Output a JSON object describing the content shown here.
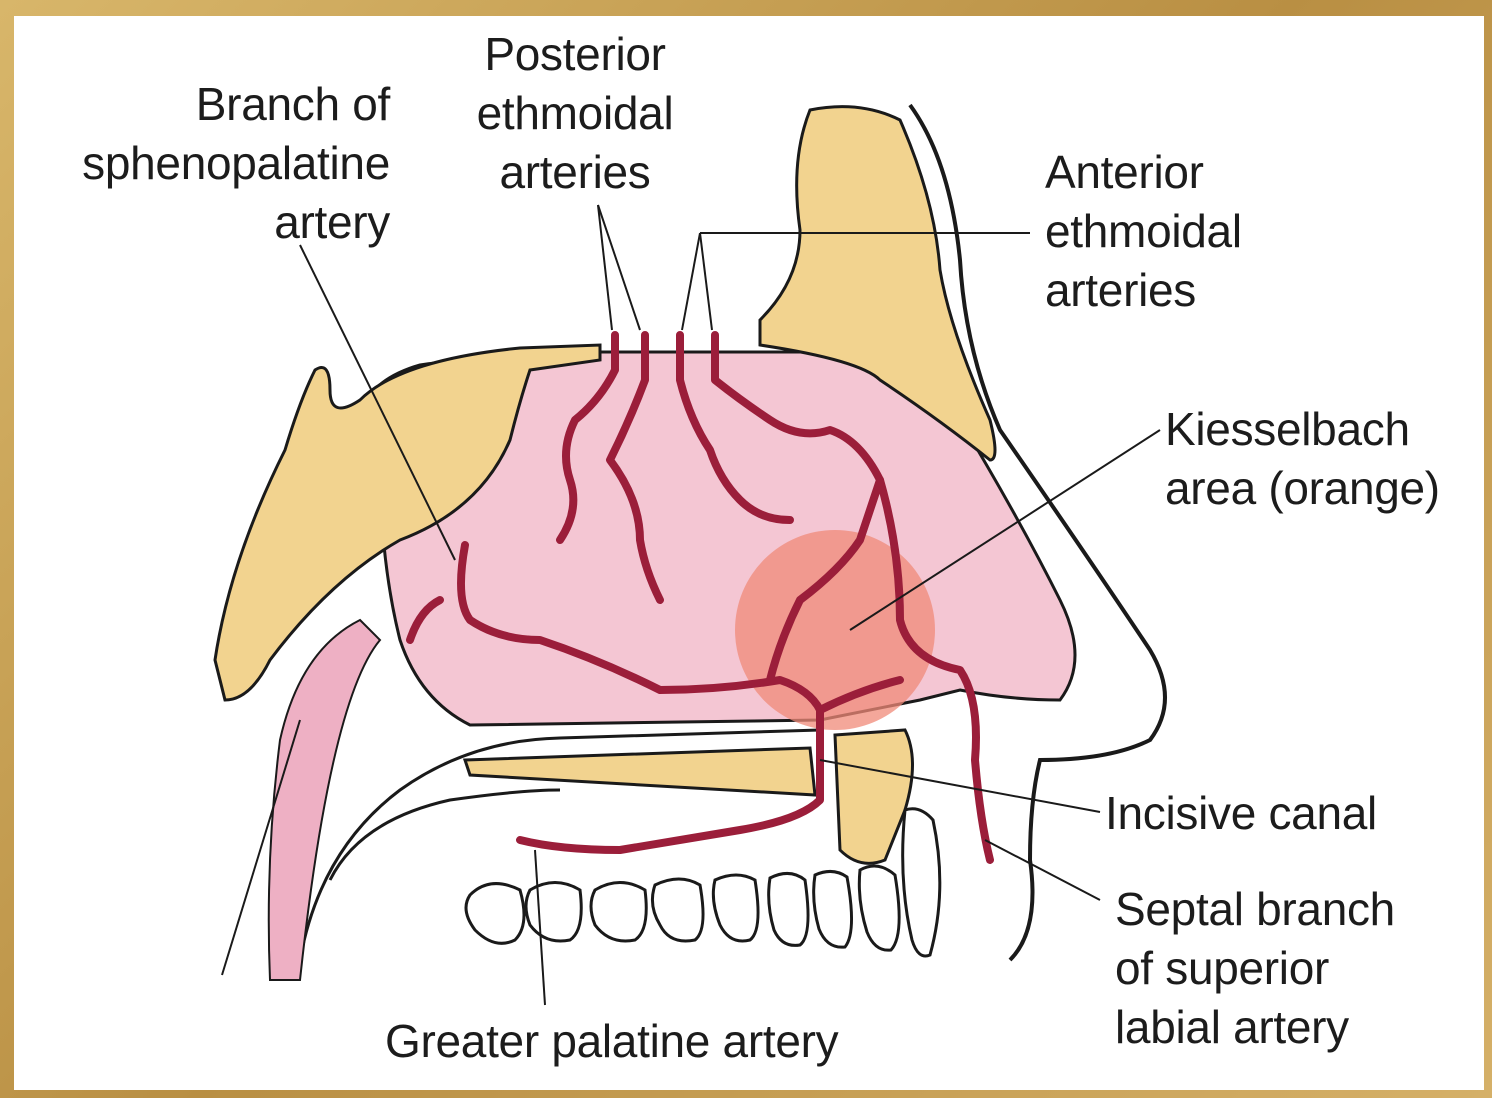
{
  "labels": {
    "branch_sphenopalatine": "Branch of\nsphenopalatine\nartery",
    "posterior_ethmoidal": "Posterior\nethmoidal\narteries",
    "anterior_ethmoidal": "Anterior\nethmoidal\narteries",
    "kiesselbach": "Kiesselbach\narea (orange)",
    "incisive_canal": "Incisive canal",
    "septal_branch": "Septal branch\nof superior\nlabial artery",
    "greater_palatine": "Greater palatine artery"
  },
  "colors": {
    "frame": "#c9a55a",
    "bone": "#f2d38f",
    "mucosa": "#f2bccb",
    "artery": "#9b1e3a",
    "kiesselbach_area": "#f08a78",
    "outline": "#1a1a1a"
  }
}
